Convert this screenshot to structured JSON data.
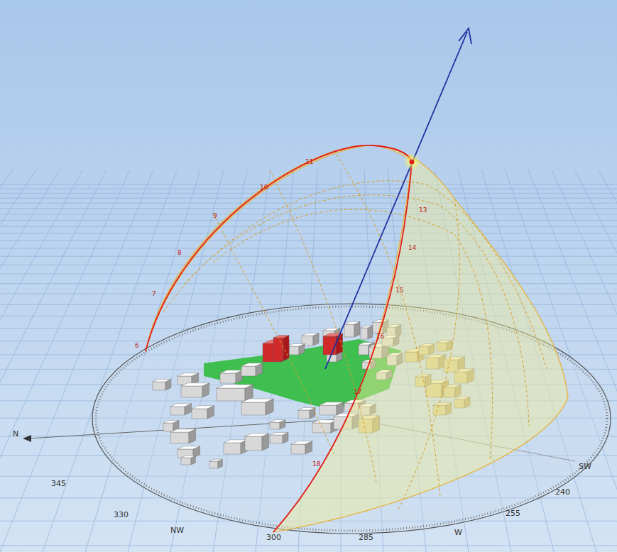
{
  "diagram": {
    "labels": [
      "N",
      "345",
      "330",
      "NW",
      "300",
      "285",
      "W",
      "255",
      "240",
      "SW",
      "6",
      "7",
      "8",
      "9",
      "10",
      "11",
      "13",
      "14",
      "15",
      "16",
      "17",
      "18"
    ]
  }
}
